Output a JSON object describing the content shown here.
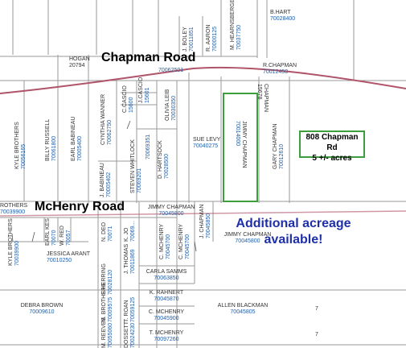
{
  "roads": {
    "chapman": "Chapman Road",
    "mchenry": "McHenry Road"
  },
  "callout": {
    "line1": "808 Chapman Rd",
    "line2": "5 +/- acres"
  },
  "promo": {
    "line1": "Additional acreage",
    "line2": "available!"
  },
  "colors": {
    "subject_outline": "#3c9e3c",
    "promo_text": "#1f2fa8",
    "road": "#b0546a",
    "parcel_line": "#9a9a9a"
  },
  "parcels": {
    "b_hart": {
      "owner": "B.HART",
      "id": "70028400"
    },
    "hearnsberger": {
      "owner": "M. HEARNSBERGER",
      "id": "70037750"
    },
    "r_aaron": {
      "owner": "R. AARON",
      "id": "70000125"
    },
    "j_boley": {
      "owner": "J. BOLEY",
      "id": "70011851"
    },
    "hogan": {
      "owner": "HOGAN",
      "id": "20794"
    },
    "r_chapman": {
      "owner": "R.CHAPMAN",
      "id": "70012450"
    },
    "top_center_id": "70062501",
    "chapman_strip": {
      "owner": "CHAPMAN",
      "id": "15678"
    },
    "kyle_brothers_n": {
      "owner": "KYLE BROTHERS",
      "id": "70056165"
    },
    "billy_russell": {
      "owner": "BILLY RUSSELL",
      "id": "70061800"
    },
    "earl_babineau_n": {
      "owner": "EARL BABINEAU",
      "id": "70005400"
    },
    "cynthia_wanner": {
      "owner": "CYNTHIA WANNER",
      "id": "70062750"
    },
    "c_cascio": {
      "owner": "C.CASCIO",
      "id": "15600"
    },
    "j_cascio": {
      "owner": "J.CASCIO",
      "id": "15601"
    },
    "olivia_leib": {
      "owner": "OLIVIA LEIB",
      "id": "70030350"
    },
    "jimmy_chapman_subject": {
      "owner": "JIMMY CHAPMAN",
      "id": "70014000"
    },
    "gary_chapman": {
      "owner": "GARY CHAPMAN",
      "id": "70012610"
    },
    "sue_levy": {
      "owner": "SUE LEVY",
      "id": "70040275"
    },
    "j_babineau": {
      "owner": "J. BABINEAU",
      "id": "70005402"
    },
    "steven_whitlock": {
      "owner": "STEVEN WHITLOCK",
      "id": "70069201"
    },
    "d_hartsock": {
      "owner": "D. HARTSOCK",
      "id": "70028500"
    },
    "small_n_id": "70069351",
    "brothers_w": {
      "owner": "ROTHERS",
      "id": "70039900"
    },
    "kyle_brothers_s": {
      "owner": "KYLE BROTHERS",
      "id": "70039900"
    },
    "earl_kes": {
      "owner": "EARL KES",
      "id": "70070"
    },
    "w_red": {
      "owner": "W. RED",
      "id": "70057"
    },
    "jessica_arant": {
      "owner": "JESSICA ARANT",
      "id": "70010250"
    },
    "n_deo": {
      "owner": "N. DEO",
      "id": "70071"
    },
    "k_jo": {
      "owner": "K. JO",
      "id": "70069..."
    },
    "jimmy_chapman_top": {
      "owner": "JIMMY CHAPMAN",
      "id": "70045800"
    },
    "j_chapman": {
      "owner": "J. CHAPMAN",
      "id": "70045850"
    },
    "jimmy_chapman_e": {
      "owner": "JIMMY CHAPMAN",
      "id": "70045800"
    },
    "s_herring": {
      "owner": "S.HERRING",
      "id": "70028120"
    },
    "j_thomas": {
      "owner": "J. THOMAS",
      "id": "70011869"
    },
    "c_mchenry_1": {
      "owner": "C. MCHENRY",
      "id": "70045700"
    },
    "c_mchenry_2": {
      "owner": "C. MCHENRY",
      "id": "70045700"
    },
    "carla_samms": {
      "owner": "CARLA SAMMS",
      "id": "70063850"
    },
    "mm_brothers": {
      "owner": "M. BROTHERS",
      "id": "70009575"
    },
    "t_roan": {
      "owner": "T. ROAN",
      "id": "70059125"
    },
    "k_rahnert": {
      "owner": "K. RAHNERT",
      "id": "70045870"
    },
    "debra_brown": {
      "owner": "DEBRA BROWN",
      "id": "70009610"
    },
    "allen_blackman": {
      "owner": "ALLEN BLACKMAN",
      "id": "70045805"
    },
    "c_mchenry_3": {
      "owner": "C. MCHENRY",
      "id": "70045900"
    },
    "m_reeves": {
      "owner": "M. REEVES",
      "id": "70055060"
    },
    "dossett": {
      "owner": "DOSSETT",
      "id": "70024230"
    },
    "t_mchenry": {
      "owner": "T. MCHENRY",
      "id": "70097260"
    }
  },
  "lot_numbers": {
    "a": "7",
    "b": "7"
  }
}
